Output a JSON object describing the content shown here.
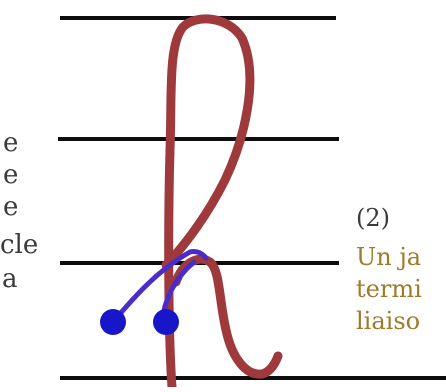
{
  "left_text": [
    "e",
    "e",
    "e",
    "cle",
    "a"
  ],
  "right_text": {
    "number": "(2)",
    "lines": [
      "Un ja",
      "termi",
      "liaiso"
    ]
  },
  "colors": {
    "staff_lines": "#0d0d0d",
    "letter_stroke": "#9e3a3c",
    "connector_stroke": "#4a2dc8",
    "dots": "#1717c9",
    "left_text": "#3a3a3a",
    "right_number": "#3b3b3b",
    "right_text": "#a07a2a"
  }
}
